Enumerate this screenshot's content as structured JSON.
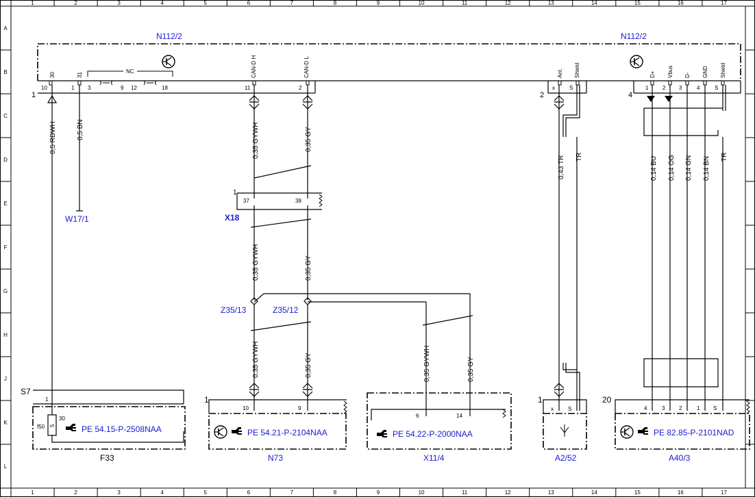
{
  "grid": {
    "columns": [
      "1",
      "2",
      "3",
      "4",
      "5",
      "6",
      "7",
      "8",
      "9",
      "10",
      "11",
      "12",
      "13",
      "14",
      "15",
      "16",
      "17"
    ],
    "rows": [
      "A",
      "B",
      "C",
      "D",
      "E",
      "F",
      "G",
      "H",
      "J",
      "K",
      "L"
    ]
  },
  "components": {
    "n112_left": "N112/2",
    "n112_right": "N112/2",
    "w17": "W17/1",
    "x18": "X18",
    "z35_13": "Z35/13",
    "z35_12": "Z35/12",
    "f33": "F33",
    "s7": "S7",
    "n73": "N73",
    "x11": "X11/4",
    "a2": "A2/52",
    "a40": "A40/3"
  },
  "refs": {
    "f33": "PE 54.15-P-2508NAA",
    "n73": "PE 54.21-P-2104NAA",
    "x11": "PE 54.22-P-2000NAA",
    "a40": "PE 82.85-P-2101NAD"
  },
  "wires": {
    "w_30": "0,5 RDWH",
    "w_31": "0,5 BN",
    "can_h1": "0,35 GYWH",
    "can_l1": "0,35 GY",
    "can_h2": "0,35 GYWH",
    "can_l2": "0,35 GY",
    "can_h3": "0,35 GYWH",
    "can_l3": "0,35 GY",
    "can_h4": "0,35 GYWH",
    "can_l4": "0,35 GY",
    "ant": "0,43 TR",
    "ant_tr": "TR",
    "usb_bu": "0,14 BU",
    "usb_og": "0,14 OG",
    "usb_gn": "0,14 GN",
    "usb_bn": "0,14 BN",
    "usb_tr": "TR"
  },
  "pins": {
    "n112_top": [
      "30",
      "31",
      "NC",
      "CAN-D H",
      "CAN-D L",
      "Ant.",
      "Shield",
      "D+",
      "Vbus",
      "D-",
      "GND",
      "Shield"
    ],
    "n112_bottom": [
      "10",
      "1",
      "3",
      "9",
      "12",
      "18",
      "11",
      "2",
      "x",
      "S",
      "1",
      "2",
      "3",
      "4",
      "S"
    ],
    "n112_left_conn": "1",
    "n112_ant_conn": "2",
    "n112_usb_conn": "4",
    "x18_pins": [
      "1",
      "37",
      "38"
    ],
    "s7_pin": "1",
    "f33_fuse": "f50",
    "f33_fuse_val": "5",
    "f33_pin": "30",
    "n73_pins": [
      "1",
      "10",
      "9"
    ],
    "x11_pins": [
      "6",
      "14"
    ],
    "a2_pins": [
      "1",
      "x",
      "S"
    ],
    "a40_pins": [
      "20",
      "4",
      "3",
      "2",
      "1",
      "S"
    ]
  }
}
